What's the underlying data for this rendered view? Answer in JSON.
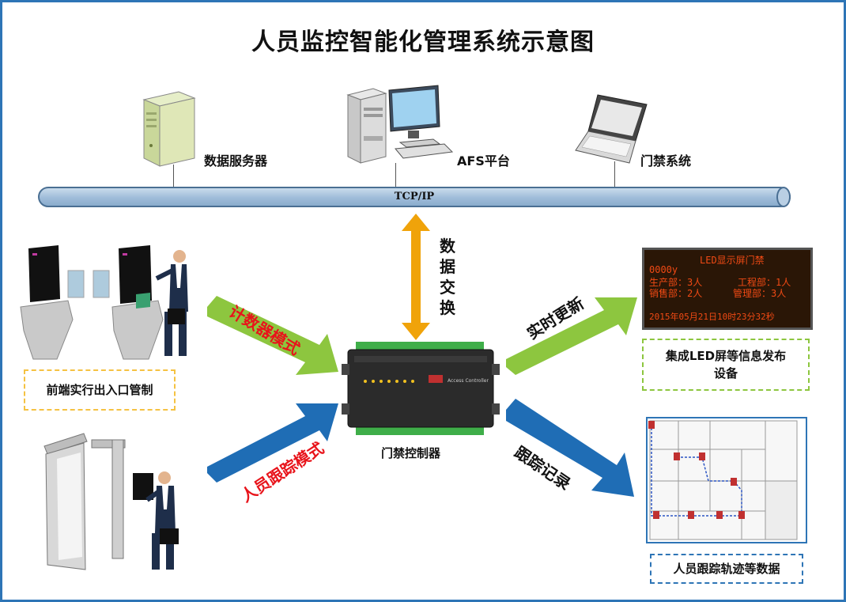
{
  "title": "人员监控智能化管理系统示意图",
  "network": {
    "bus_label": "TCP/IP",
    "nodes": [
      "数据服务器",
      "AFS平台",
      "门禁系统"
    ]
  },
  "center": {
    "controller_label": "门禁控制器",
    "controller_text": "Access Controller",
    "exchange_chars": [
      "数",
      "据",
      "交",
      "换"
    ]
  },
  "left": {
    "top_box": "前端实行出入口管制",
    "counter_mode": "计数器模式",
    "tracking_mode": "人员跟踪模式"
  },
  "right": {
    "realtime_update": "实时更新",
    "led_box_line1": "集成LED屏等信息发布",
    "led_box_line2": "设备",
    "tracking_record": "跟踪记录",
    "track_box": "人员跟踪轨迹等数据"
  },
  "led_screen": {
    "header": "LED显示屏门禁",
    "line1_a": "0000y",
    "line2_a": "生产部：3人",
    "line2_b": "工程部：1人",
    "line3_a": "销售部：2人",
    "line3_b": "管理部：3人",
    "line4": "2015年05月21日10时23分32秒"
  },
  "colors": {
    "frame": "#2e75b6",
    "arrow_green": "#8dc63f",
    "arrow_blue": "#1f6db5",
    "arrow_orange": "#f0a30a",
    "mode_red": "#e8141b",
    "dash_yellow": "#f5c242",
    "dash_green": "#8dc63f",
    "dash_blue": "#2e75b6"
  }
}
